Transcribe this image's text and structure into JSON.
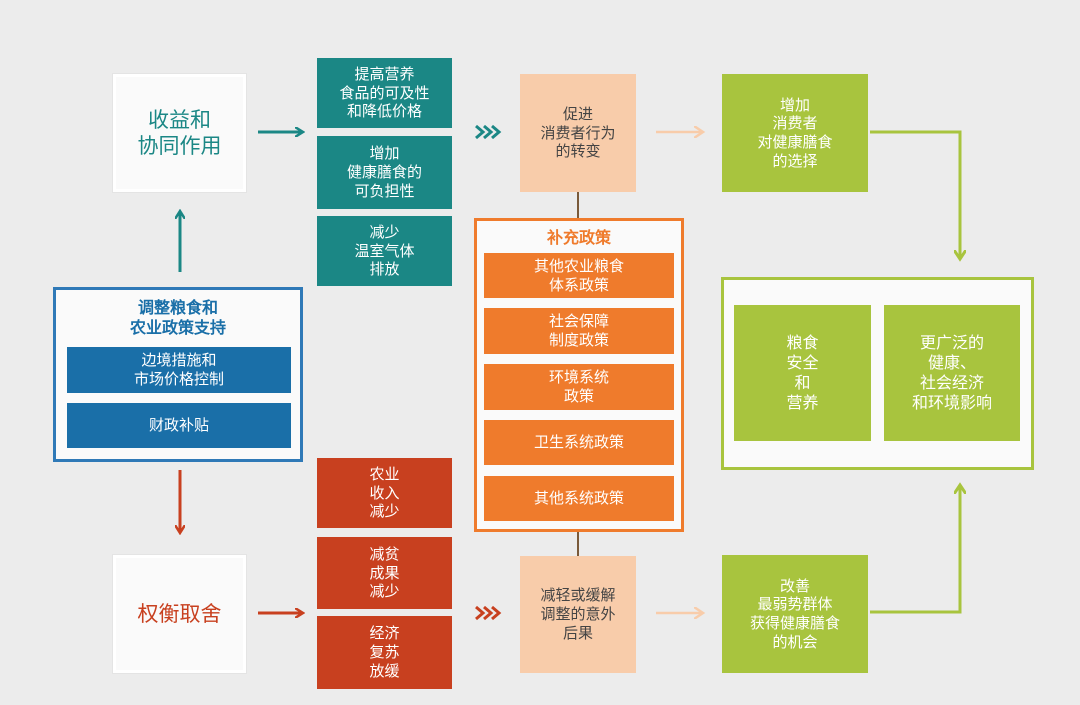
{
  "gains": "收益和\n协同作用",
  "tradeoffs": "权衡取舍",
  "policy_support": {
    "title": "调整粮食和\n农业政策支持",
    "items": [
      "边境措施和\n市场价格控制",
      "财政补贴"
    ]
  },
  "gain_effects": [
    "提高营养\n食品的可及性\n和降低价格",
    "增加\n健康膳食的\n可负担性",
    "减少\n温室气体\n排放"
  ],
  "tradeoff_effects": [
    "农业\n收入\n减少",
    "减贫\n成果\n减少",
    "经济\n复苏\n放缓"
  ],
  "consumer_shift": "促进\n消费者行为\n的转变",
  "mitigate": "减轻或缓解\n调整的意外\n后果",
  "complementary": {
    "title": "补充政策",
    "items": [
      "其他农业粮食\n体系政策",
      "社会保障\n制度政策",
      "环境系统\n政策",
      "卫生系统政策",
      "其他系统政策"
    ]
  },
  "increase_choice": "增加\n消费者\n对健康膳食\n的选择",
  "improve_access": "改善\n最弱势群体\n获得健康膳食\n的机会",
  "outcomes": [
    "粮食\n安全\n和\n营养",
    "更广泛的\n健康、\n社会经济\n和环境影响"
  ],
  "colors": {
    "teal": "#1b8785",
    "red": "#c8401f",
    "blue": "#1a6fa8",
    "orange": "#ef7b2c",
    "peach": "#f8ccaa",
    "green": "#a8c43e"
  }
}
